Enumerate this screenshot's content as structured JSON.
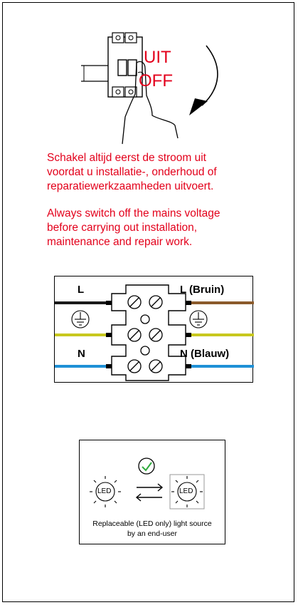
{
  "breaker": {
    "label_uit": "UIT",
    "label_off": "OFF"
  },
  "warning": {
    "nl_line1": "Schakel altijd eerst de stroom uit",
    "nl_line2": "voordat u installatie-, onderhoud of",
    "nl_line3": "reparatiewerkzaamheden uitvoert.",
    "en_line1": "Always switch off the mains voltage",
    "en_line2": "before carrying out installation,",
    "en_line3": "maintenance and repair work."
  },
  "wiring": {
    "left_live": "L",
    "left_neutral": "N",
    "right_live": "L (Bruin)",
    "right_neutral": "N (Blauw)",
    "colors": {
      "live_left": "#1a1a1a",
      "live_right": "#8b5a2b",
      "earth": "#c8c81e",
      "neutral": "#1e90d6"
    }
  },
  "led": {
    "left_label": "LED",
    "right_label": "LED",
    "caption_line1": "Replaceable (LED only) light source",
    "caption_line2": "by an end-user",
    "check_color": "#2eaa3c"
  }
}
